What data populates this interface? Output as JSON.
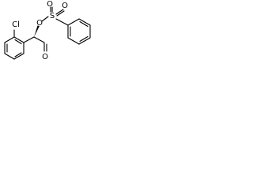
{
  "molecule": {
    "atoms": {
      "chlorine": "Cl",
      "ester_oxygen": "O",
      "sulfur": "S",
      "sulfonyl_oxygen_left": "O",
      "sulfonyl_oxygen_right": "O",
      "carbonyl_oxygen": "O"
    }
  }
}
